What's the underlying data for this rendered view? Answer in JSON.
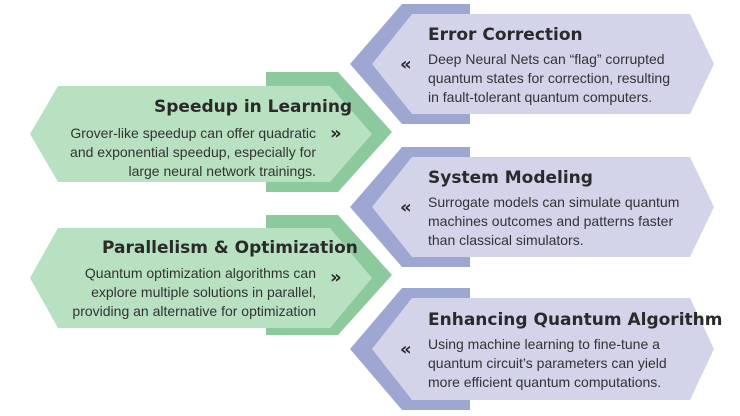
{
  "left_cards": [
    {
      "title": "Speedup in Learning",
      "body": "Grover-like speedup can offer quadratic\nand exponential speedup, especially for\nlarge neural network trainings.",
      "arrow": "»"
    },
    {
      "title": "Parallelism & Optimization",
      "body": "Quantum optimization algorithms can\nexplore multiple solutions in parallel,\nproviding an alternative for optimization",
      "arrow": "»"
    }
  ],
  "right_cards": [
    {
      "title": "Error Correction",
      "body": "Deep Neural Nets can “flag” corrupted\nquantum states for correction, resulting\nin fault-tolerant quantum computers.",
      "arrow": "«"
    },
    {
      "title": "System Modeling",
      "body": "Surrogate models can simulate quantum\nmachines outcomes and patterns faster\nthan classical simulators.",
      "arrow": "«"
    },
    {
      "title": "Enhancing Quantum Algorithm",
      "body": "Using machine learning to fine-tune a\nquantum circuit’s parameters can yield\nmore efficient quantum computations.",
      "arrow": "«"
    }
  ],
  "colors": {
    "green_fill": "#b7e1c0",
    "green_shadow": "#8cc99c",
    "purple_fill": "#d3d3ea",
    "purple_shadow": "#9ea7d2"
  }
}
